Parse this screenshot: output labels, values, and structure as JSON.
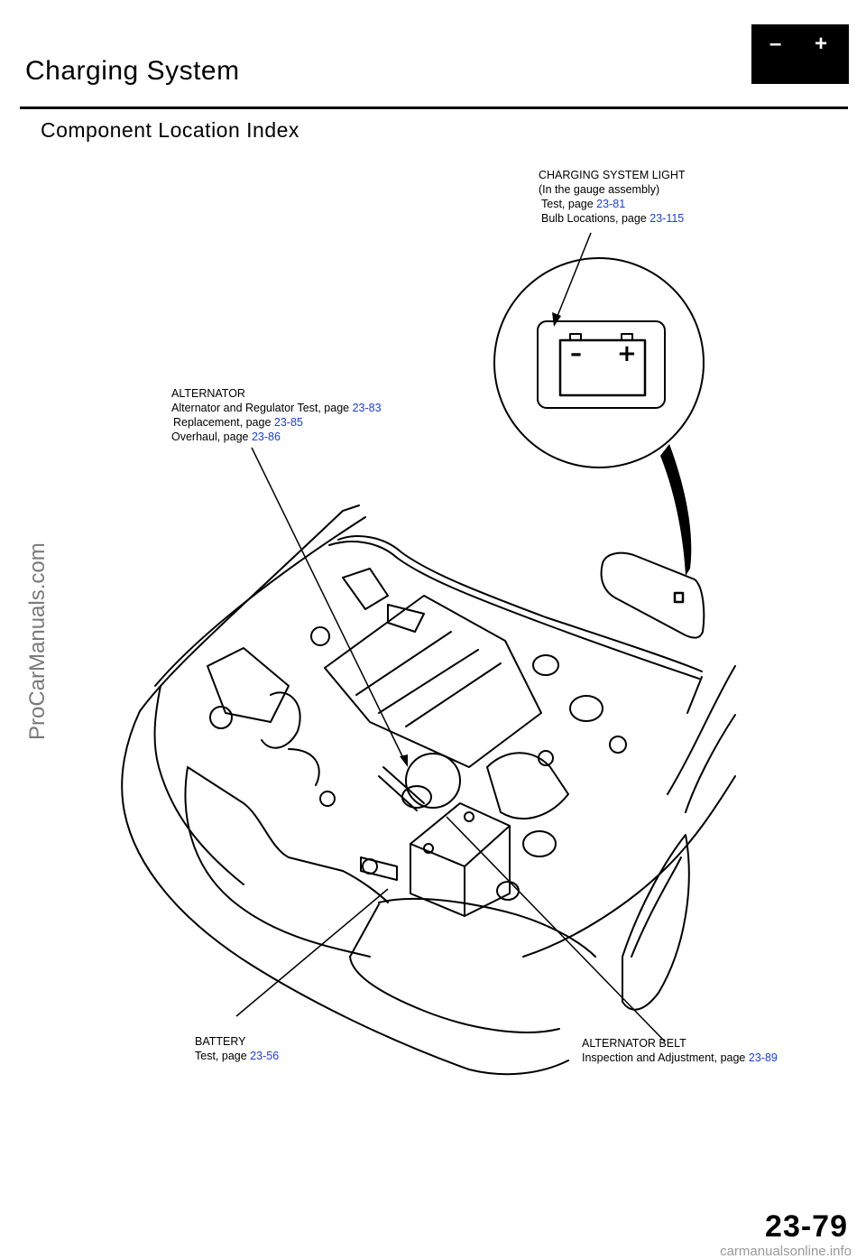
{
  "header": {
    "title": "Charging System",
    "subtitle": "Component Location Index",
    "logo_minus": "–",
    "logo_plus": "+"
  },
  "callouts": {
    "charging_light": {
      "name": "CHARGING SYSTEM LIGHT",
      "note": "(In the gauge assembly)",
      "test_label": "Test, page",
      "test_page": "23-81",
      "bulb_label": "Bulb Locations, page",
      "bulb_page": "23-115"
    },
    "alternator": {
      "name": "ALTERNATOR",
      "test_label": "Alternator and Regulator Test, page",
      "test_page": "23-83",
      "replace_label": "Replacement, page",
      "replace_page": "23-85",
      "overhaul_label": "Overhaul, page",
      "overhaul_page": "23-86"
    },
    "battery": {
      "name": "BATTERY",
      "test_label": "Test, page",
      "test_page": "23-56"
    },
    "belt": {
      "name": "ALTERNATOR BELT",
      "inspect_label": "Inspection and Adjustment, page",
      "inspect_page": "23-89"
    }
  },
  "gauge_icon": {
    "minus": "–",
    "plus": "+"
  },
  "page_number": "23-79",
  "watermarks": {
    "side": "ProCarManuals.com",
    "footer": "carmanualsonline.info"
  },
  "colors": {
    "link": "#1a3fd6",
    "ink": "#000000"
  }
}
